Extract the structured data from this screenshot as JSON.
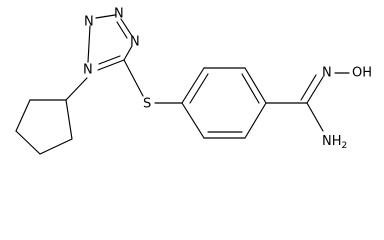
{
  "molecule": {
    "atoms": {
      "tetrazole_n1": "N",
      "tetrazole_n2": "N",
      "tetrazole_n3": "N",
      "tetrazole_n4": "N",
      "sulfur": "S",
      "oxime_n": "N",
      "hydroxyl": "OH",
      "amine_n": "NH",
      "amine_h_subscript": "2"
    }
  }
}
